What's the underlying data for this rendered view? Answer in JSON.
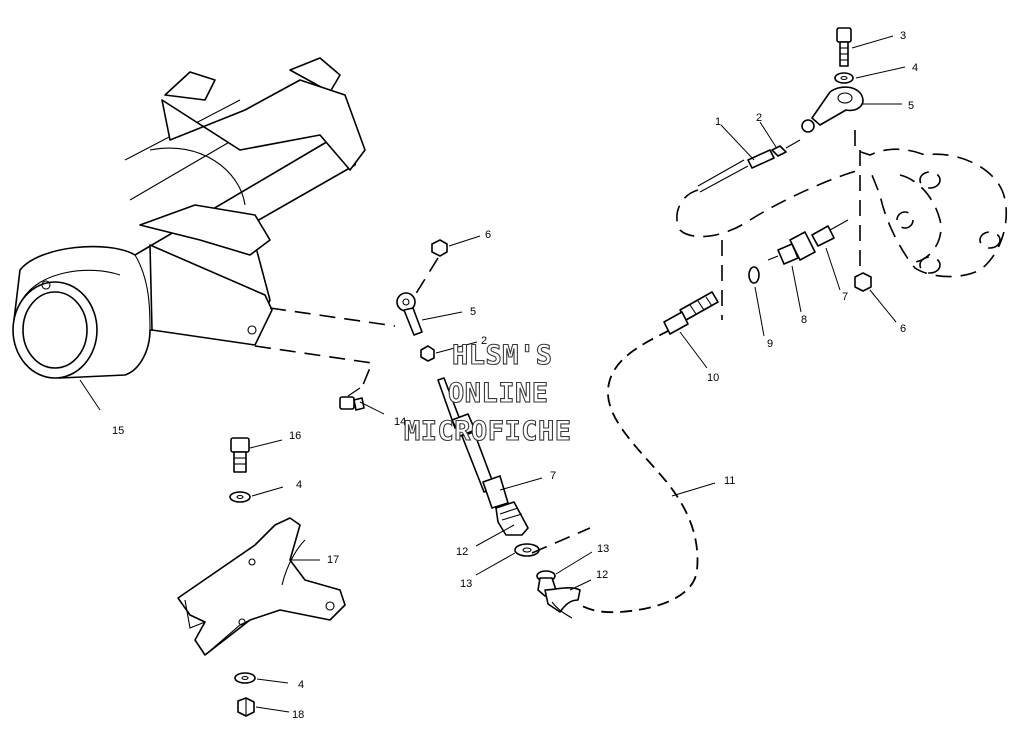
{
  "watermark": {
    "line1": "HLSM'S",
    "line2": "ONLINE",
    "line3": "MICROFICHE"
  },
  "callouts": {
    "c1": "1",
    "c2a": "2",
    "c2b": "2",
    "c3": "3",
    "c4a": "4",
    "c4b": "4",
    "c4c": "4",
    "c5a": "5",
    "c5b": "5",
    "c6a": "6",
    "c6b": "6",
    "c7a": "7",
    "c7b": "7",
    "c8": "8",
    "c9": "9",
    "c10": "10",
    "c11": "11",
    "c12a": "12",
    "c12b": "12",
    "c13a": "13",
    "c13b": "13",
    "c14": "14",
    "c15": "15",
    "c16": "16",
    "c17": "17",
    "c18": "18"
  }
}
